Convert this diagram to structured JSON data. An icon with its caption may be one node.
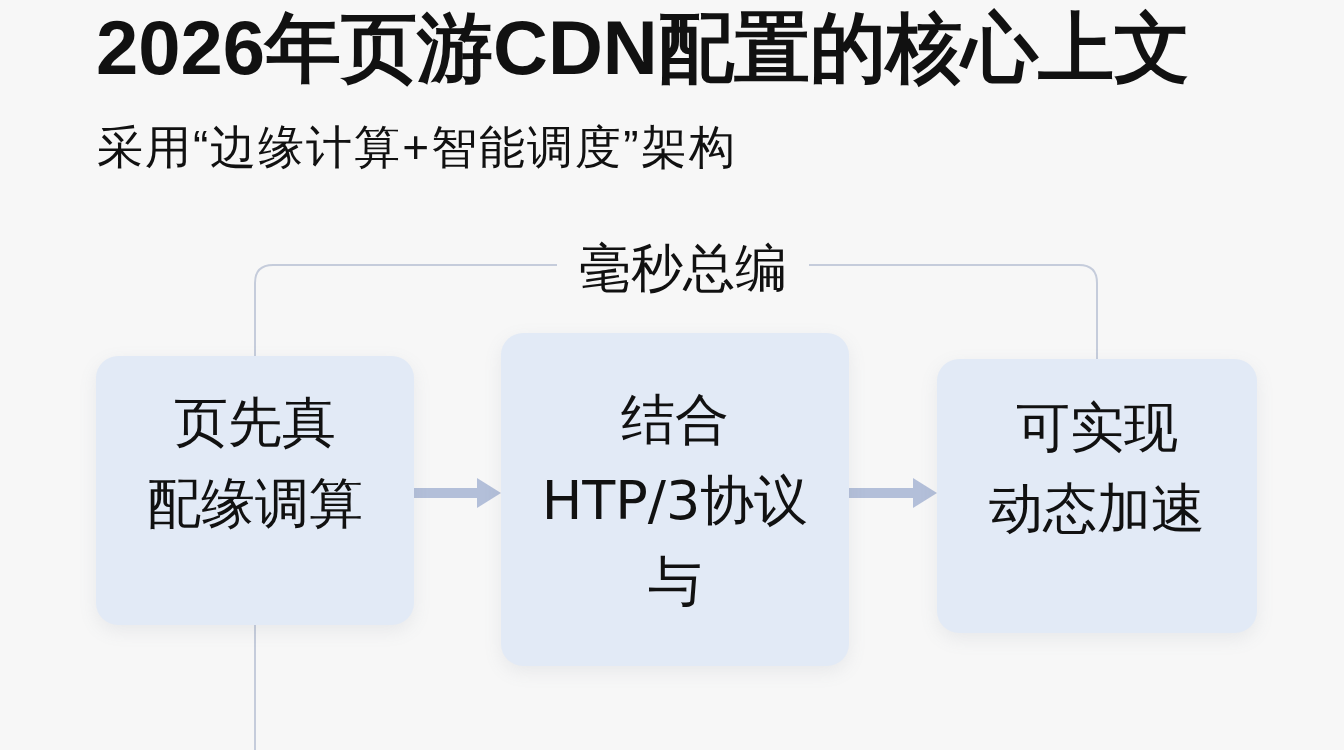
{
  "diagram": {
    "title": "2026年页游CDN配置的核心上文",
    "nodes": [
      {
        "text": [
          "页先真配缘调算"
        ]
      },
      {
        "text": [
          "结合HTP/3协议与"
        ]
      },
      {
        "text": [
          "可实现动态加速"
        ]
      }
    ],
    "edges": [
      {
        "from": 0,
        "to": 2,
        "arrow": "none",
        "label": "毫秒总编"
      },
      {
        "from": 0,
        "to": 1,
        "arrow": "to",
        "style": "thick",
        "color": "#b3bfd9"
      },
      {
        "from": 1,
        "to": 2,
        "arrow": "to",
        "style": "thick",
        "color": "#b3bfd9"
      },
      {
        "from": 0,
        "to": null,
        "arrow": "none"
      }
    ],
    "labels": [
      "采用“边缘计算+智能调度”架构"
    ]
  }
}
